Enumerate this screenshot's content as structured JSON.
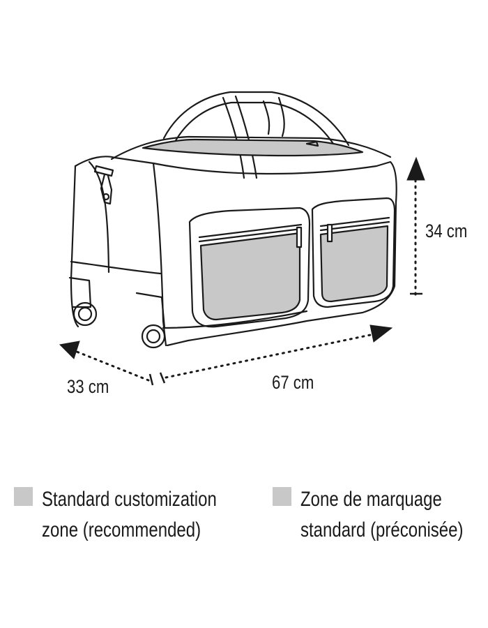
{
  "dimensions": {
    "height": "34 cm",
    "length": "67 cm",
    "depth": "33 cm"
  },
  "legend": [
    {
      "swatch_color": "#c8c8c8",
      "line1": "Standard customization",
      "line2": "zone (recommended)"
    },
    {
      "swatch_color": "#c8c8c8",
      "line1": "Zone de marquage",
      "line2": "standard (préconisée)"
    }
  ],
  "colors": {
    "outline": "#1a1a1a",
    "customization_zone": "#c8c8c8",
    "background": "#ffffff"
  }
}
